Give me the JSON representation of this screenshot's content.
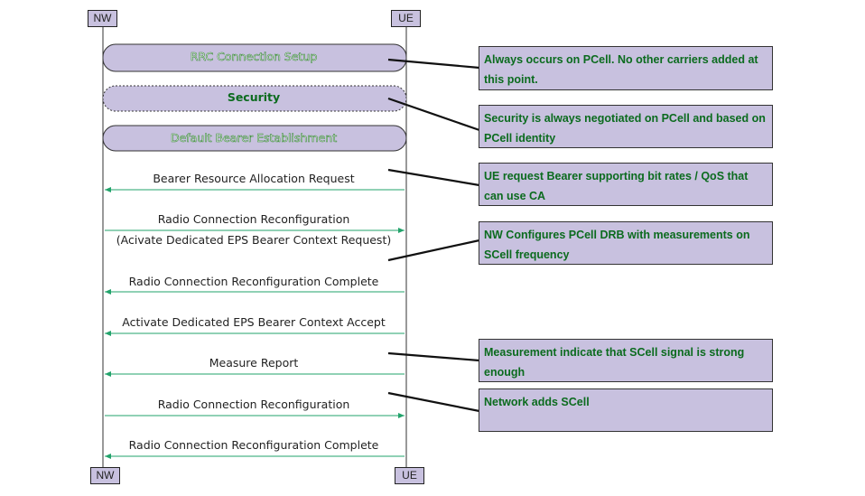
{
  "entities": {
    "nw": "NW",
    "ue": "UE"
  },
  "procedures": {
    "rrc_setup": "RRC Connection Setup",
    "security": "Security",
    "default_bearer": "Default Bearer Establishment"
  },
  "messages": {
    "bearer_request": "Bearer Resource Allocation Request",
    "reconfig_1": "Radio Connection Reconfiguration",
    "reconfig_1_sub": "(Acivate Dedicated EPS Bearer Context Request)",
    "reconfig_complete_1": "Radio Connection Reconfiguration Complete",
    "eps_accept": "Activate Dedicated EPS Bearer Context Accept",
    "measure_report": "Measure Report",
    "reconfig_2": "Radio Connection Reconfiguration",
    "reconfig_complete_2": "Radio Connection Reconfiguration  Complete"
  },
  "notes": {
    "n1": "Always occurs on PCell. No other carriers added at this point.",
    "n2": "Security is always negotiated on PCell and based on PCell identity",
    "n3": "UE request Bearer supporting bit rates / QoS that can use CA",
    "n4": "NW Configures PCell DRB with measurements on SCell frequency",
    "n5": "Measurement indicate that SCell signal is strong enough",
    "n6": "Network adds SCell"
  },
  "colors": {
    "arrow": "#22a36b",
    "note_fill": "#c8c1df",
    "note_text": "#0b6b1e",
    "procedure_fill": "#c8c1df",
    "procedure_text_white_outline": "#3c8a3c",
    "lifeline": "#333333"
  }
}
